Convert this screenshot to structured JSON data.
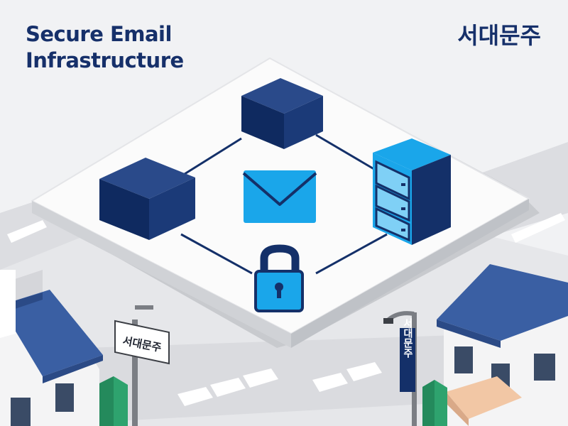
{
  "header": {
    "title_line1": "Secure Email",
    "title_line2": "Infrastructure",
    "brand": "서대문주"
  },
  "street": {
    "sign_left": "서대문주",
    "sign_right": "서대문주"
  },
  "icons": [
    "cube-icon",
    "envelope-icon",
    "server-rack-icon",
    "padlock-icon",
    "house-icon",
    "street-sign-icon"
  ],
  "colors": {
    "navy": "#143069",
    "sky_blue": "#1aa6ea",
    "platform": "#fbfbfb",
    "roof_blue": "#3a5fa3",
    "green": "#2ea36e",
    "background": "#f1f2f4"
  }
}
